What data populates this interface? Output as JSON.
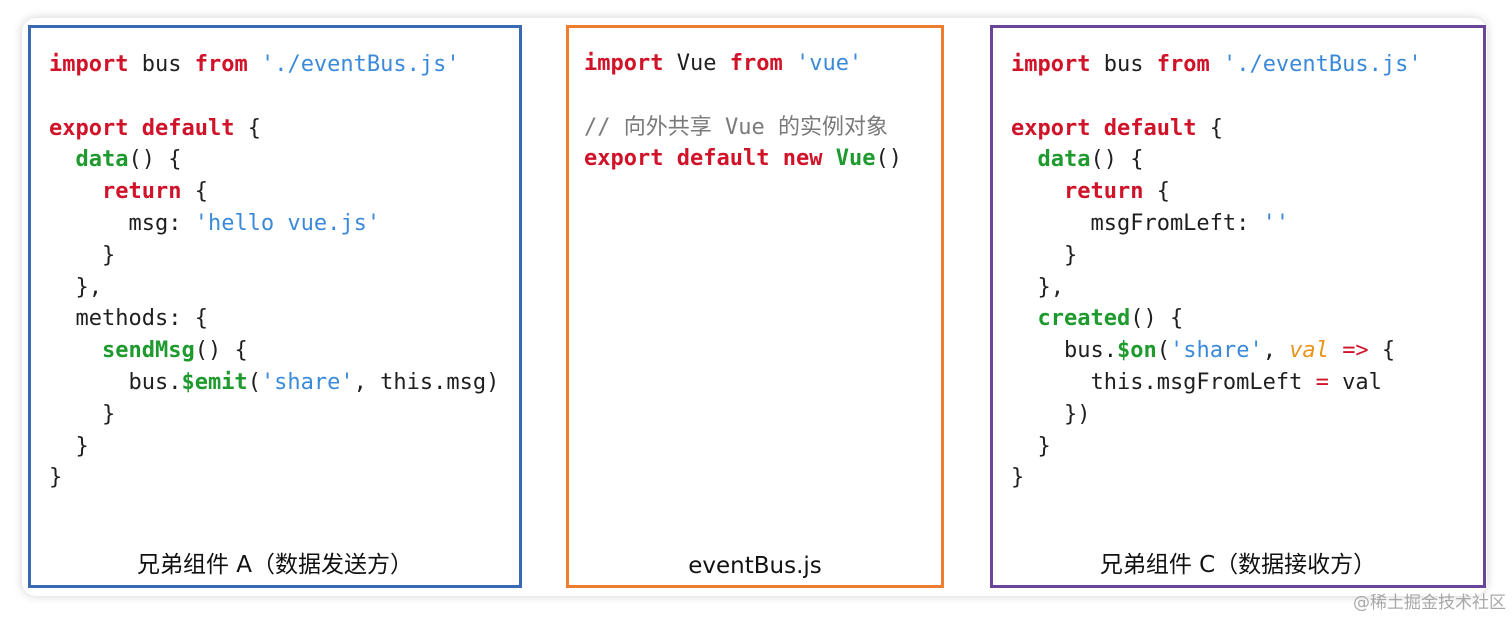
{
  "panels": {
    "a": {
      "caption": "兄弟组件 A（数据发送方）",
      "code": [
        [
          [
            "kw",
            "import"
          ],
          [
            "plain",
            " bus "
          ],
          [
            "kw",
            "from"
          ],
          [
            "plain",
            " "
          ],
          [
            "str",
            "'./eventBus.js'"
          ]
        ],
        [],
        [
          [
            "kw",
            "export"
          ],
          [
            "plain",
            " "
          ],
          [
            "kw",
            "default"
          ],
          [
            "plain",
            " {"
          ]
        ],
        [
          [
            "plain",
            "  "
          ],
          [
            "fn",
            "data"
          ],
          [
            "plain",
            "() {"
          ]
        ],
        [
          [
            "plain",
            "    "
          ],
          [
            "kw",
            "return"
          ],
          [
            "plain",
            " {"
          ]
        ],
        [
          [
            "plain",
            "      msg: "
          ],
          [
            "str",
            "'hello vue.js'"
          ]
        ],
        [
          [
            "plain",
            "    }"
          ]
        ],
        [
          [
            "plain",
            "  },"
          ]
        ],
        [
          [
            "plain",
            "  methods: {"
          ]
        ],
        [
          [
            "plain",
            "    "
          ],
          [
            "fn",
            "sendMsg"
          ],
          [
            "plain",
            "() {"
          ]
        ],
        [
          [
            "plain",
            "      bus."
          ],
          [
            "fn",
            "$emit"
          ],
          [
            "plain",
            "("
          ],
          [
            "str",
            "'share'"
          ],
          [
            "plain",
            ", this.msg)"
          ]
        ],
        [
          [
            "plain",
            "    }"
          ]
        ],
        [
          [
            "plain",
            "  }"
          ]
        ],
        [
          [
            "plain",
            "}"
          ]
        ]
      ]
    },
    "b": {
      "caption": "eventBus.js",
      "code": [
        [
          [
            "kw",
            "import"
          ],
          [
            "plain",
            " Vue "
          ],
          [
            "kw",
            "from"
          ],
          [
            "plain",
            " "
          ],
          [
            "str",
            "'vue'"
          ]
        ],
        [],
        [
          [
            "cm",
            "// 向外共享 Vue 的实例对象"
          ]
        ],
        [
          [
            "kw",
            "export"
          ],
          [
            "plain",
            " "
          ],
          [
            "kw",
            "default"
          ],
          [
            "plain",
            " "
          ],
          [
            "kw",
            "new"
          ],
          [
            "plain",
            " "
          ],
          [
            "fn",
            "Vue"
          ],
          [
            "plain",
            "()"
          ]
        ]
      ]
    },
    "c": {
      "caption": "兄弟组件 C（数据接收方）",
      "code": [
        [
          [
            "kw",
            "import"
          ],
          [
            "plain",
            " bus "
          ],
          [
            "kw",
            "from"
          ],
          [
            "plain",
            " "
          ],
          [
            "str",
            "'./eventBus.js'"
          ]
        ],
        [],
        [
          [
            "kw",
            "export"
          ],
          [
            "plain",
            " "
          ],
          [
            "kw",
            "default"
          ],
          [
            "plain",
            " {"
          ]
        ],
        [
          [
            "plain",
            "  "
          ],
          [
            "fn",
            "data"
          ],
          [
            "plain",
            "() {"
          ]
        ],
        [
          [
            "plain",
            "    "
          ],
          [
            "kw",
            "return"
          ],
          [
            "plain",
            " {"
          ]
        ],
        [
          [
            "plain",
            "      msgFromLeft: "
          ],
          [
            "str",
            "''"
          ]
        ],
        [
          [
            "plain",
            "    }"
          ]
        ],
        [
          [
            "plain",
            "  },"
          ]
        ],
        [
          [
            "plain",
            "  "
          ],
          [
            "fn",
            "created"
          ],
          [
            "plain",
            "() {"
          ]
        ],
        [
          [
            "plain",
            "    bus."
          ],
          [
            "fn",
            "$on"
          ],
          [
            "plain",
            "("
          ],
          [
            "str",
            "'share'"
          ],
          [
            "plain",
            ", "
          ],
          [
            "prm",
            "val"
          ],
          [
            "plain",
            " "
          ],
          [
            "op",
            "=>"
          ],
          [
            "plain",
            " {"
          ]
        ],
        [
          [
            "plain",
            "      this.msgFromLeft "
          ],
          [
            "op",
            "="
          ],
          [
            "plain",
            " val"
          ]
        ],
        [
          [
            "plain",
            "    })"
          ]
        ],
        [
          [
            "plain",
            "  }"
          ]
        ],
        [
          [
            "plain",
            "}"
          ]
        ]
      ]
    }
  },
  "watermark": "@稀土掘金技术社区",
  "colors": {
    "panel_a_border": "#3a69b3",
    "panel_b_border": "#ee7d2f",
    "panel_c_border": "#6a4498",
    "keyword": "#d1132a",
    "function": "#1e9a2e",
    "string": "#3b8ad9",
    "comment": "#7a7a7a",
    "param": "#e89418"
  }
}
